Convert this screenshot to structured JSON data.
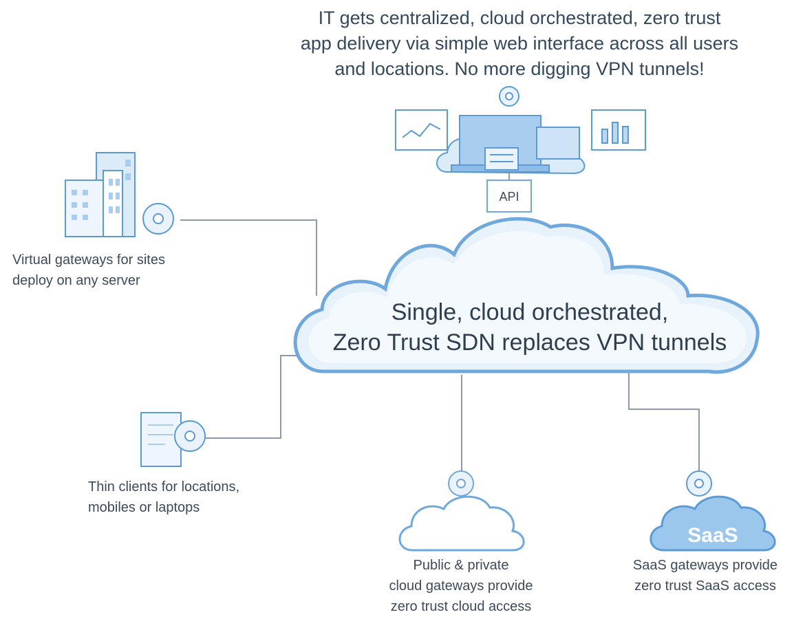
{
  "top_caption": {
    "line1": "IT gets centralized, cloud orchestrated, zero trust",
    "line2": "app delivery via simple web interface across all users",
    "line3": "and locations. No more digging VPN tunnels!"
  },
  "central_cloud": {
    "line1": "Single, cloud orchestrated,",
    "line2": "Zero Trust SDN replaces VPN tunnels"
  },
  "api_label": "API",
  "sites": {
    "line1": "Virtual gateways for sites",
    "line2": "deploy on any server"
  },
  "clients": {
    "line1": "Thin clients for locations,",
    "line2": "mobiles or laptops"
  },
  "public_cloud": {
    "line1": "Public & private",
    "line2": "cloud gateways provide",
    "line3": "zero trust cloud access"
  },
  "saas": {
    "badge": "SaaS",
    "line1": "SaaS gateways provide",
    "line2": "zero trust SaaS access"
  },
  "colors": {
    "line": "#8a9aab",
    "cloud_fill": "#e8f2fb",
    "cloud_stroke": "#6fa8dc",
    "accent": "#5b9bd5"
  }
}
